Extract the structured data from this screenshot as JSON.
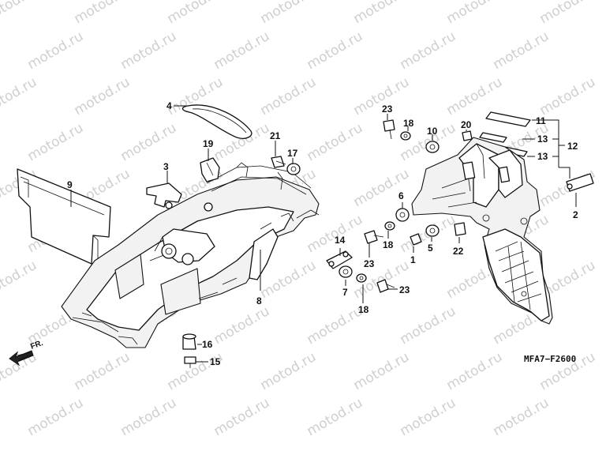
{
  "watermark": "motod.ru",
  "diagram_code": "MFA7−F2600",
  "front_marker": "FR.",
  "callouts": [
    {
      "id": "c1",
      "text": "1"
    },
    {
      "id": "c2",
      "text": "2"
    },
    {
      "id": "c3",
      "text": "3"
    },
    {
      "id": "c4",
      "text": "4"
    },
    {
      "id": "c5",
      "text": "5"
    },
    {
      "id": "c6",
      "text": "6"
    },
    {
      "id": "c7",
      "text": "7"
    },
    {
      "id": "c8",
      "text": "8"
    },
    {
      "id": "c9",
      "text": "9"
    },
    {
      "id": "c10",
      "text": "10"
    },
    {
      "id": "c11",
      "text": "11"
    },
    {
      "id": "c12",
      "text": "12"
    },
    {
      "id": "c13a",
      "text": "13"
    },
    {
      "id": "c13b",
      "text": "13"
    },
    {
      "id": "c14",
      "text": "14"
    },
    {
      "id": "c15",
      "text": "15"
    },
    {
      "id": "c16",
      "text": "16"
    },
    {
      "id": "c17",
      "text": "17"
    },
    {
      "id": "c18a",
      "text": "18"
    },
    {
      "id": "c18b",
      "text": "18"
    },
    {
      "id": "c18c",
      "text": "18"
    },
    {
      "id": "c19",
      "text": "19"
    },
    {
      "id": "c20",
      "text": "20"
    },
    {
      "id": "c21",
      "text": "21"
    },
    {
      "id": "c22",
      "text": "22"
    },
    {
      "id": "c23a",
      "text": "23"
    },
    {
      "id": "c23b",
      "text": "23"
    },
    {
      "id": "c23c",
      "text": "23"
    }
  ]
}
